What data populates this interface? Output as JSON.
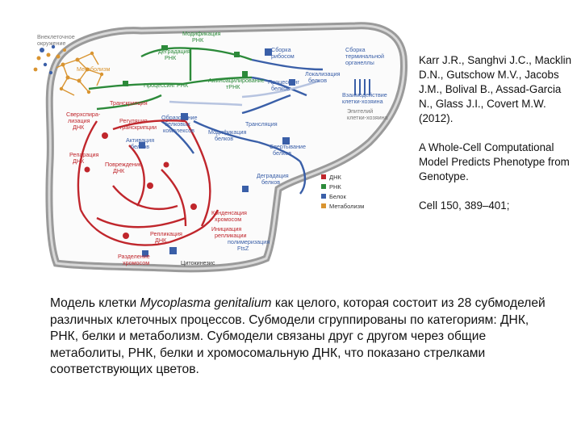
{
  "diagram": {
    "labels": {
      "extracellular": [
        "Внеклеточное",
        "окружение"
      ],
      "metabolism": "Метаболизм",
      "rna_modification": [
        "Модификация",
        "РНК"
      ],
      "rna_degradation": [
        "Деградация",
        "РНК"
      ],
      "ribosome_assembly": [
        "Сборка",
        "рибосом"
      ],
      "terminal_organelle_assembly": [
        "Сборка",
        "терминальной",
        "органеллы"
      ],
      "rna_processing": "Процессинг РНК",
      "trna_aminoacylation": [
        "Аминоацилирование",
        "тРНК"
      ],
      "protein_processing": [
        "Процессинг",
        "белков"
      ],
      "protein_localization": [
        "Локализация",
        "белков"
      ],
      "host_interaction": [
        "Взаимодействие",
        "клетки-хозяина"
      ],
      "transcription": "Транскрипция",
      "host_epithelium": [
        "Эпителий",
        "клетки-хозяина"
      ],
      "supercoiling": [
        "Сверхспира-",
        "лизация",
        "ДНК"
      ],
      "transcription_regulation": [
        "Регуляция",
        "транскрипции"
      ],
      "complex_formation": [
        "Образование",
        "белковых",
        "комплексов"
      ],
      "translation": "Трансляция",
      "protein_activation": [
        "Активация",
        "белков"
      ],
      "protein_modification": [
        "Модификация",
        "белков"
      ],
      "protein_folding": [
        "Свертывание",
        "белков"
      ],
      "dna_repair": [
        "Репарация",
        "ДНК"
      ],
      "dna_damage": [
        "Повреждение",
        "ДНК"
      ],
      "protein_degradation": [
        "Деградация",
        "белков"
      ],
      "chromosome_condensation": [
        "Конденсация",
        "хромосом"
      ],
      "replication_initiation": [
        "Инициация",
        "репликации"
      ],
      "dna_replication": [
        "Репликация",
        "ДНК"
      ],
      "chromosome_segregation": [
        "Разделение",
        "хромосом"
      ],
      "ftsz_polymerization": [
        "полимеризация",
        "FtsZ"
      ],
      "cytokinesis": "Цитокинезис"
    },
    "legend": [
      {
        "label": "ДНК",
        "color": "#c0262c"
      },
      {
        "label": "РНК",
        "color": "#2c8a3a"
      },
      {
        "label": "Белок",
        "color": "#3a5fa8"
      },
      {
        "label": "Метаболизм",
        "color": "#d99430"
      }
    ],
    "colors": {
      "dna": "#c0262c",
      "rna": "#2c8a3a",
      "protein": "#3a5fa8",
      "metabolism": "#d99430",
      "membrane": "#9a9a9a"
    }
  },
  "citation": {
    "authors": "Karr J.R., Sanghvi J.C., Macklin D.N., Gutschow M.V., Jacobs J.M., Bolival B., Assad-Garcia N., Glass J.I., Covert M.W. (2012).",
    "title": "A Whole-Cell Computational Model Predicts Phenotype from Genotype.",
    "source": "Cell 150, 389–401;"
  },
  "caption": {
    "before_italic": "Модель клетки ",
    "italic": "Mycoplasma genitalium",
    "after_italic": " как целого, которая состоит из 28 субмоделей различных клеточных процессов. Субмодели сгруппированы по категориям: ДНК, РНК, белки и метаболизм. Субмодели связаны друг с другом через общие метаболиты, РНК, белки и хромосомальную ДНК, что показано стрелками соответствующих цветов."
  }
}
